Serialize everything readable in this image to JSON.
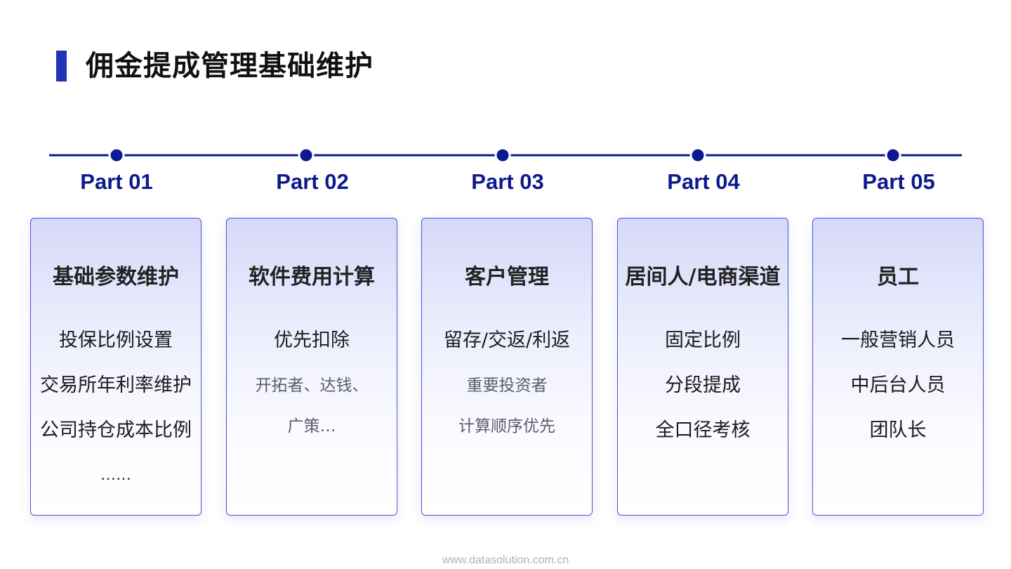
{
  "slide": {
    "title": "佣金提成管理基础维护",
    "footer": "www.datasolution.com.cn",
    "accent_color": "#1e35b8",
    "timeline_color": "#0d1990",
    "card_border_color": "#4a52de"
  },
  "parts": [
    {
      "label": "Part 01",
      "heading": "基础参数维护",
      "items": [
        "投保比例设置",
        "交易所年利率维护",
        "公司持仓成本比例",
        "……"
      ],
      "minor": []
    },
    {
      "label": "Part 02",
      "heading": "软件费用计算",
      "items": [
        "优先扣除"
      ],
      "minor": [
        "开拓者、达钱、",
        "广策…"
      ]
    },
    {
      "label": "Part 03",
      "heading": "客户管理",
      "items": [
        "留存/交返/利返"
      ],
      "minor": [
        "重要投资者",
        "计算顺序优先"
      ]
    },
    {
      "label": "Part 04",
      "heading": "居间人/电商渠道",
      "items": [
        "固定比例",
        "分段提成",
        "全口径考核"
      ],
      "minor": []
    },
    {
      "label": "Part 05",
      "heading": "员工",
      "items": [
        "一般营销人员",
        "中后台人员",
        "团队长"
      ],
      "minor": []
    }
  ]
}
